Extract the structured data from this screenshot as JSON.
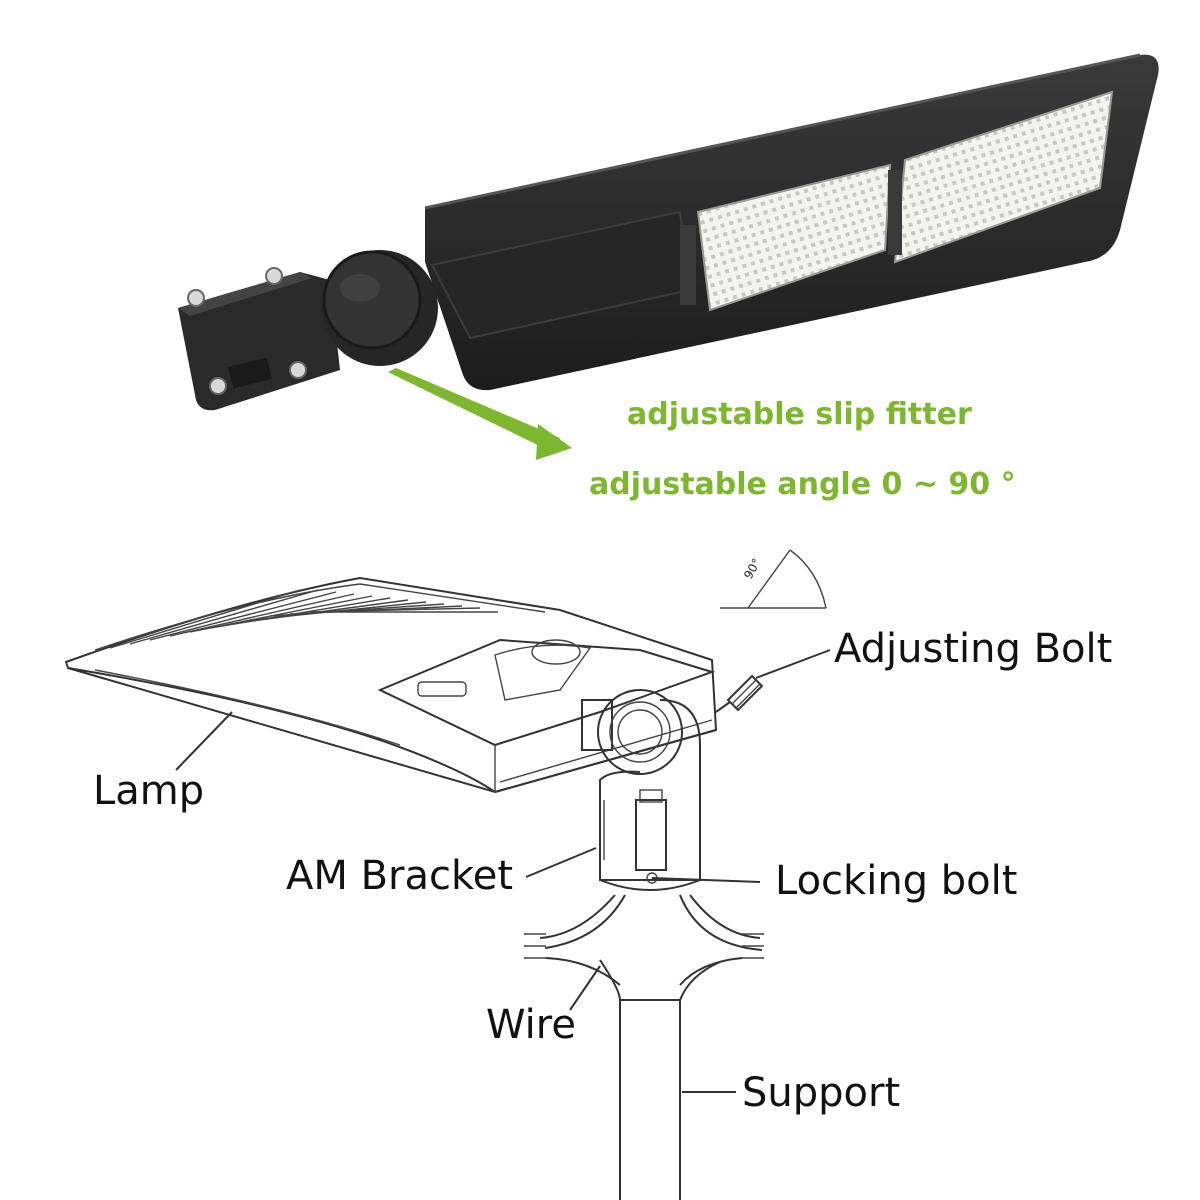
{
  "photo": {
    "caption_line1": "adjustable slip fitter",
    "caption_line2": "adjustable angle 0 ~ 90 °",
    "accent_color": "#7db72f",
    "housing_color": "#2b2b2b"
  },
  "diagram": {
    "angle_mark": "90°",
    "labels": {
      "adjusting_bolt": "Adjusting Bolt",
      "lamp": "Lamp",
      "am_bracket": "AM Bracket",
      "locking_bolt": "Locking bolt",
      "wire": "Wire",
      "support": "Support"
    }
  }
}
